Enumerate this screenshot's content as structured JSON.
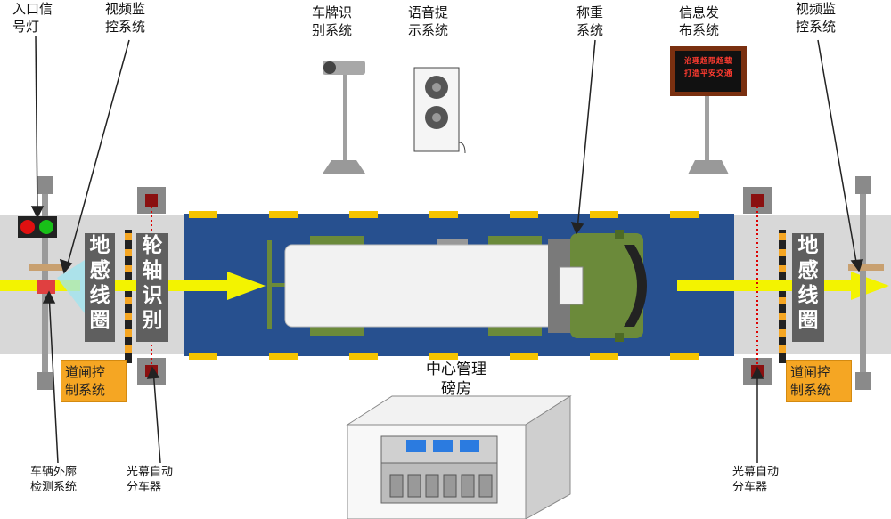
{
  "labels": {
    "entrance_light": "入口信\n号灯",
    "video_left": "视频监\n控系统",
    "plate_recognition": "车牌识\n别系统",
    "voice_prompt": "语音提\n示系统",
    "weighing": "称重\n系统",
    "info_release": "信息发\n布系统",
    "video_right": "视频监\n控系统",
    "ground_coil_left": "地\n感\n线\n圈",
    "axle_recognition": "轮\n轴\n识\n别",
    "ground_coil_right": "地\n感\n线\n圈",
    "gate_left": "道闸控\n制系统",
    "gate_right": "道闸控\n制系统",
    "outline_detection": "车辆外廓\n检测系统",
    "light_curtain_left": "光幕自动\n分车器",
    "light_curtain_right": "光幕自动\n分车器",
    "control_room": "中心管理\n磅房",
    "sign_text": "治理超限超载\n打造平安交通"
  },
  "colors": {
    "platform": "#27508f",
    "lane": "#d7d7d7",
    "arrow": "#f3f300",
    "gate_box": "#f5a623",
    "truck_cab": "#6b8a3a",
    "dash": "#f5c400"
  }
}
